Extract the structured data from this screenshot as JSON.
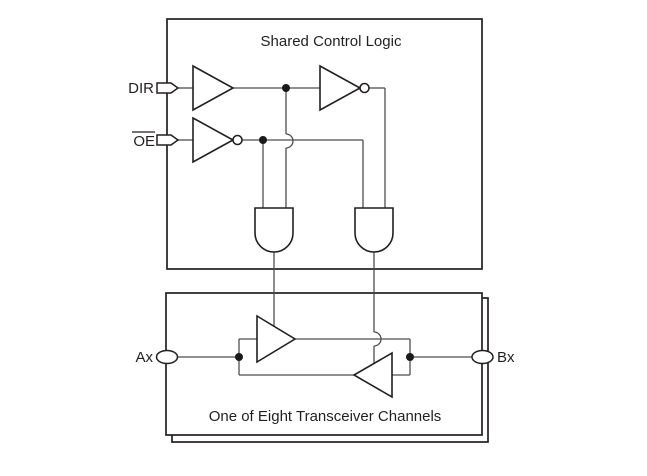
{
  "diagram": {
    "top_box": {
      "title": "Shared Control Logic"
    },
    "bottom_box": {
      "title": "One of Eight Transceiver Channels"
    },
    "pins": {
      "dir_label": "DIR",
      "oe_label": "OE",
      "ax_label": "Ax",
      "bx_label": "Bx"
    },
    "colors": {
      "outline": "#231f20",
      "wire": "#4d4d4d",
      "background": "#ffffff"
    }
  }
}
